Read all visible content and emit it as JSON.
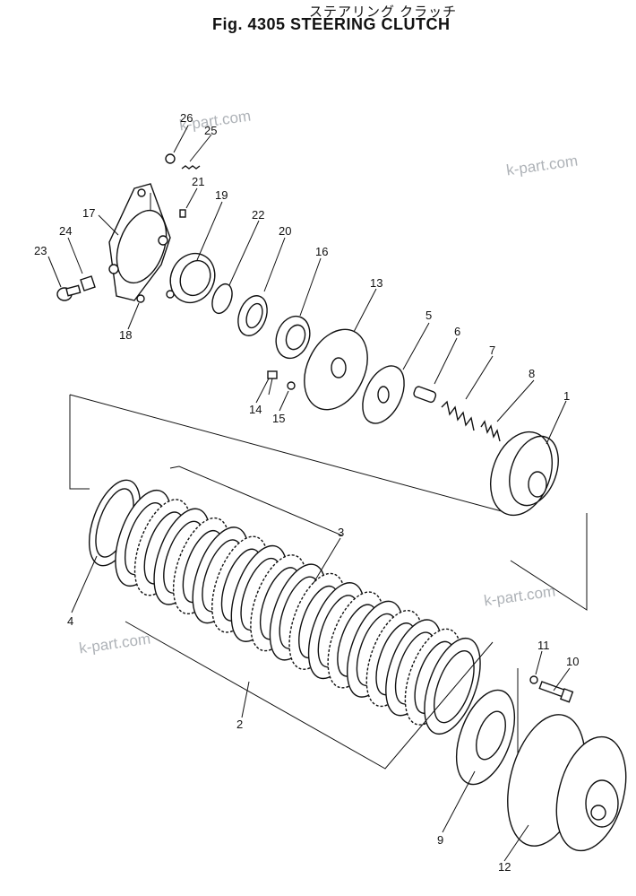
{
  "title": {
    "japanese": "ステアリング クラッチ",
    "english": "Fig. 4305 STEERING CLUTCH"
  },
  "watermark": {
    "text": "k-part.com"
  },
  "callouts": [
    "1",
    "2",
    "3",
    "4",
    "5",
    "6",
    "7",
    "8",
    "9",
    "10",
    "11",
    "12",
    "13",
    "14",
    "15",
    "16",
    "17",
    "18",
    "19",
    "20",
    "21",
    "22",
    "23",
    "24",
    "25",
    "26"
  ]
}
